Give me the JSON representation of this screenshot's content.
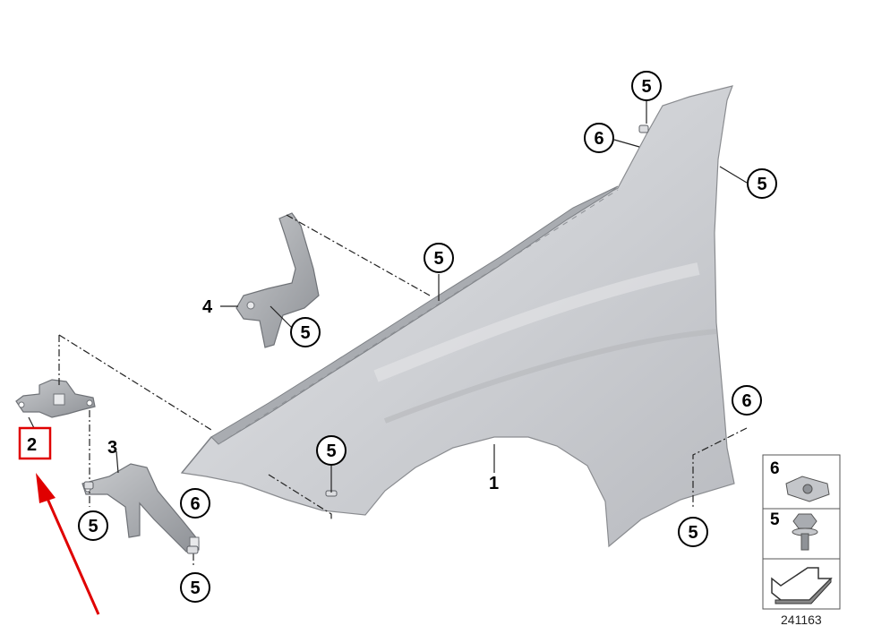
{
  "diagram": {
    "part_labels": {
      "fender": "1",
      "bracket_front": "2",
      "bracket_lower": "3",
      "bracket_upper": "4"
    },
    "callouts": [
      {
        "id": "c-top-right",
        "text": "5"
      },
      {
        "id": "c-top-6",
        "text": "6"
      },
      {
        "id": "c-right-edge",
        "text": "5"
      },
      {
        "id": "c-top-rail",
        "text": "5"
      },
      {
        "id": "c-bracket4",
        "text": "5"
      },
      {
        "id": "c-front-wheel",
        "text": "5"
      },
      {
        "id": "c-rear-6",
        "text": "6"
      },
      {
        "id": "c-rear-5",
        "text": "5"
      },
      {
        "id": "c-bracket2",
        "text": "5"
      },
      {
        "id": "c-bracket3-6",
        "text": "6"
      },
      {
        "id": "c-bracket3-5",
        "text": "5"
      }
    ],
    "legend": {
      "nut_label": "6",
      "bolt_label": "5"
    },
    "diagram_number": "241163",
    "highlight_color": "#e00000",
    "fender_color": "#c9cbcf"
  }
}
